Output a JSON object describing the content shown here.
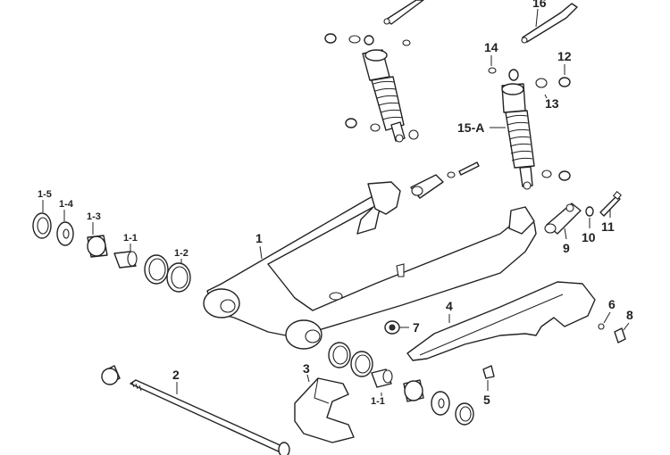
{
  "labels": {
    "swingarm": "1",
    "bushing": "1-1",
    "bushing_lower": "1-1",
    "seal_ring": "1-2",
    "needle_bearing": "1-3",
    "thrust_washer": "1-4",
    "dust_seal": "1-5",
    "pivot_shaft": "2",
    "chain_slider": "3",
    "chain_guard": "4",
    "grommet": "5",
    "washer_6": "6",
    "rubber_bumper": "7",
    "bolt_8": "8",
    "shock_bracket": "9",
    "nut_10": "10",
    "bolt_11": "11",
    "cap_nut": "12",
    "washer_13": "13",
    "washer_14": "14",
    "shock_absorber": "15-A",
    "link_rod": "16"
  },
  "colors": {
    "line": "#222222",
    "fill": "#ffffff",
    "dark": "#333333"
  }
}
